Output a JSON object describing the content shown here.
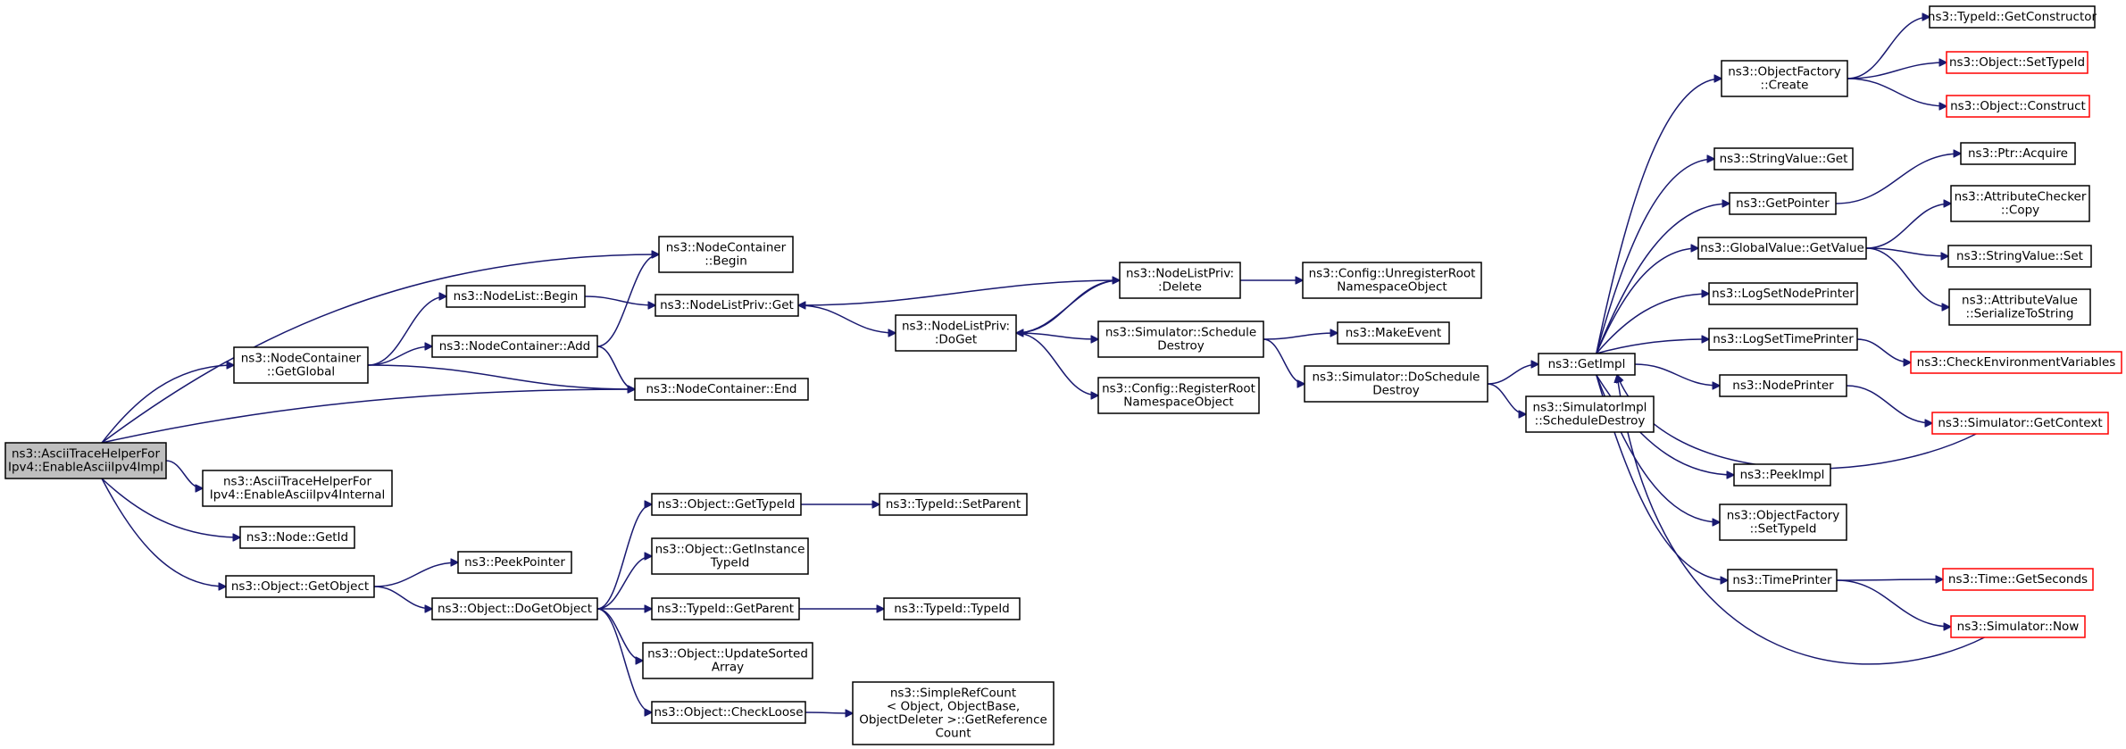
{
  "colors": {
    "edge": "#191970",
    "node_border": "#000000",
    "external_node_border": "#ff0000",
    "root_fill": "#bfbfbf",
    "background": "#ffffff"
  },
  "nodes": [
    {
      "id": "root",
      "lines": [
        "ns3::AsciiTraceHelperFor",
        "Ipv4::EnableAsciiIpv4Impl"
      ],
      "style": "root"
    },
    {
      "id": "nc_getglobal",
      "lines": [
        "ns3::NodeContainer",
        "::GetGlobal"
      ],
      "style": "normal"
    },
    {
      "id": "nc_begin",
      "lines": [
        "ns3::NodeContainer",
        "::Begin"
      ],
      "style": "normal"
    },
    {
      "id": "nl_begin",
      "lines": [
        "ns3::NodeList::Begin"
      ],
      "style": "normal"
    },
    {
      "id": "nc_add",
      "lines": [
        "ns3::NodeContainer::Add"
      ],
      "style": "normal"
    },
    {
      "id": "nlp_get",
      "lines": [
        "ns3::NodeListPriv::Get"
      ],
      "style": "normal"
    },
    {
      "id": "nc_end",
      "lines": [
        "ns3::NodeContainer::End"
      ],
      "style": "normal"
    },
    {
      "id": "nlp_doget",
      "lines": [
        "ns3::NodeListPriv:",
        ":DoGet"
      ],
      "style": "normal"
    },
    {
      "id": "nlp_delete",
      "lines": [
        "ns3::NodeListPriv:",
        ":Delete"
      ],
      "style": "normal"
    },
    {
      "id": "cfg_unreg",
      "lines": [
        "ns3::Config::UnregisterRoot",
        "NamespaceObject"
      ],
      "style": "normal"
    },
    {
      "id": "sim_sched_destroy",
      "lines": [
        "ns3::Simulator::Schedule",
        "Destroy"
      ],
      "style": "normal"
    },
    {
      "id": "makeevent",
      "lines": [
        "ns3::MakeEvent"
      ],
      "style": "normal"
    },
    {
      "id": "cfg_reg",
      "lines": [
        "ns3::Config::RegisterRoot",
        "NamespaceObject"
      ],
      "style": "normal"
    },
    {
      "id": "sim_dosched_destroy",
      "lines": [
        "ns3::Simulator::DoSchedule",
        "Destroy"
      ],
      "style": "normal"
    },
    {
      "id": "getimpl",
      "lines": [
        "ns3::GetImpl"
      ],
      "style": "normal"
    },
    {
      "id": "simimpl_sched_destroy",
      "lines": [
        "ns3::SimulatorImpl",
        "::ScheduleDestroy"
      ],
      "style": "normal"
    },
    {
      "id": "ascii_internal",
      "lines": [
        "ns3::AsciiTraceHelperFor",
        "Ipv4::EnableAsciiIpv4Internal"
      ],
      "style": "normal"
    },
    {
      "id": "node_getid",
      "lines": [
        "ns3::Node::GetId"
      ],
      "style": "normal"
    },
    {
      "id": "obj_getobject",
      "lines": [
        "ns3::Object::GetObject"
      ],
      "style": "normal"
    },
    {
      "id": "peekpointer",
      "lines": [
        "ns3::PeekPointer"
      ],
      "style": "normal"
    },
    {
      "id": "obj_dogetobject",
      "lines": [
        "ns3::Object::DoGetObject"
      ],
      "style": "normal"
    },
    {
      "id": "obj_gettypeid",
      "lines": [
        "ns3::Object::GetTypeId"
      ],
      "style": "normal"
    },
    {
      "id": "typeid_setparent",
      "lines": [
        "ns3::TypeId::SetParent"
      ],
      "style": "normal"
    },
    {
      "id": "obj_getinstancetypeid",
      "lines": [
        "ns3::Object::GetInstance",
        "TypeId"
      ],
      "style": "normal"
    },
    {
      "id": "typeid_getparent",
      "lines": [
        "ns3::TypeId::GetParent"
      ],
      "style": "normal"
    },
    {
      "id": "typeid_typeid",
      "lines": [
        "ns3::TypeId::TypeId"
      ],
      "style": "normal"
    },
    {
      "id": "obj_updatesorted",
      "lines": [
        "ns3::Object::UpdateSorted",
        "Array"
      ],
      "style": "normal"
    },
    {
      "id": "obj_checkloose",
      "lines": [
        "ns3::Object::CheckLoose"
      ],
      "style": "normal"
    },
    {
      "id": "simplerefcount",
      "lines": [
        "ns3::SimpleRefCount",
        "< Object, ObjectBase,",
        "ObjectDeleter >::GetReference",
        "Count"
      ],
      "style": "normal"
    },
    {
      "id": "objfactory_create",
      "lines": [
        "ns3::ObjectFactory",
        "::Create"
      ],
      "style": "normal"
    },
    {
      "id": "typeid_getconstructor",
      "lines": [
        "ns3::TypeId::GetConstructor"
      ],
      "style": "normal"
    },
    {
      "id": "obj_settypeid",
      "lines": [
        "ns3::Object::SetTypeId"
      ],
      "style": "external"
    },
    {
      "id": "obj_construct",
      "lines": [
        "ns3::Object::Construct"
      ],
      "style": "external"
    },
    {
      "id": "stringvalue_get",
      "lines": [
        "ns3::StringValue::Get"
      ],
      "style": "normal"
    },
    {
      "id": "getpointer",
      "lines": [
        "ns3::GetPointer"
      ],
      "style": "normal"
    },
    {
      "id": "ptr_acquire",
      "lines": [
        "ns3::Ptr::Acquire"
      ],
      "style": "normal"
    },
    {
      "id": "globalvalue_getvalue",
      "lines": [
        "ns3::GlobalValue::GetValue"
      ],
      "style": "normal"
    },
    {
      "id": "attrchecker_copy",
      "lines": [
        "ns3::AttributeChecker",
        "::Copy"
      ],
      "style": "normal"
    },
    {
      "id": "stringvalue_set",
      "lines": [
        "ns3::StringValue::Set"
      ],
      "style": "normal"
    },
    {
      "id": "attrvalue_serialize",
      "lines": [
        "ns3::AttributeValue",
        "::SerializeToString"
      ],
      "style": "normal"
    },
    {
      "id": "logsetnodeprinter",
      "lines": [
        "ns3::LogSetNodePrinter"
      ],
      "style": "normal"
    },
    {
      "id": "logsettimeprinter",
      "lines": [
        "ns3::LogSetTimePrinter"
      ],
      "style": "normal"
    },
    {
      "id": "checkenv",
      "lines": [
        "ns3::CheckEnvironmentVariables"
      ],
      "style": "external"
    },
    {
      "id": "nodeprinter",
      "lines": [
        "ns3::NodePrinter"
      ],
      "style": "normal"
    },
    {
      "id": "sim_getcontext",
      "lines": [
        "ns3::Simulator::GetContext"
      ],
      "style": "external"
    },
    {
      "id": "peekimpl",
      "lines": [
        "ns3::PeekImpl"
      ],
      "style": "normal"
    },
    {
      "id": "objfactory_settypeid",
      "lines": [
        "ns3::ObjectFactory",
        "::SetTypeId"
      ],
      "style": "normal"
    },
    {
      "id": "timeprinter",
      "lines": [
        "ns3::TimePrinter"
      ],
      "style": "normal"
    },
    {
      "id": "time_getseconds",
      "lines": [
        "ns3::Time::GetSeconds"
      ],
      "style": "external"
    },
    {
      "id": "sim_now",
      "lines": [
        "ns3::Simulator::Now"
      ],
      "style": "external"
    }
  ],
  "edges": [
    [
      "root",
      "nc_begin"
    ],
    [
      "root",
      "nc_getglobal"
    ],
    [
      "root",
      "nc_end"
    ],
    [
      "root",
      "ascii_internal"
    ],
    [
      "root",
      "node_getid"
    ],
    [
      "root",
      "obj_getobject"
    ],
    [
      "nc_getglobal",
      "nl_begin"
    ],
    [
      "nc_getglobal",
      "nc_add"
    ],
    [
      "nc_getglobal",
      "nc_end"
    ],
    [
      "nl_begin",
      "nlp_get"
    ],
    [
      "nc_add",
      "nc_begin"
    ],
    [
      "nc_add",
      "nc_end"
    ],
    [
      "nlp_get",
      "nlp_doget"
    ],
    [
      "nlp_doget",
      "nlp_delete"
    ],
    [
      "nlp_doget",
      "sim_sched_destroy"
    ],
    [
      "nlp_doget",
      "cfg_reg"
    ],
    [
      "nlp_delete",
      "nlp_get"
    ],
    [
      "nlp_delete",
      "nlp_doget"
    ],
    [
      "nlp_delete",
      "cfg_unreg"
    ],
    [
      "sim_sched_destroy",
      "makeevent"
    ],
    [
      "sim_sched_destroy",
      "sim_dosched_destroy"
    ],
    [
      "sim_dosched_destroy",
      "getimpl"
    ],
    [
      "sim_dosched_destroy",
      "simimpl_sched_destroy"
    ],
    [
      "obj_getobject",
      "peekpointer"
    ],
    [
      "obj_getobject",
      "obj_dogetobject"
    ],
    [
      "obj_dogetobject",
      "obj_gettypeid"
    ],
    [
      "obj_dogetobject",
      "obj_getinstancetypeid"
    ],
    [
      "obj_dogetobject",
      "typeid_getparent"
    ],
    [
      "obj_dogetobject",
      "obj_updatesorted"
    ],
    [
      "obj_dogetobject",
      "obj_checkloose"
    ],
    [
      "obj_gettypeid",
      "typeid_setparent"
    ],
    [
      "typeid_getparent",
      "typeid_typeid"
    ],
    [
      "obj_checkloose",
      "simplerefcount"
    ],
    [
      "getimpl",
      "objfactory_create"
    ],
    [
      "getimpl",
      "stringvalue_get"
    ],
    [
      "getimpl",
      "getpointer"
    ],
    [
      "getimpl",
      "globalvalue_getvalue"
    ],
    [
      "getimpl",
      "logsetnodeprinter"
    ],
    [
      "getimpl",
      "logsettimeprinter"
    ],
    [
      "getimpl",
      "nodeprinter"
    ],
    [
      "getimpl",
      "peekimpl"
    ],
    [
      "getimpl",
      "objfactory_settypeid"
    ],
    [
      "getimpl",
      "timeprinter"
    ],
    [
      "objfactory_create",
      "typeid_getconstructor"
    ],
    [
      "objfactory_create",
      "obj_settypeid"
    ],
    [
      "objfactory_create",
      "obj_construct"
    ],
    [
      "getpointer",
      "ptr_acquire"
    ],
    [
      "globalvalue_getvalue",
      "attrchecker_copy"
    ],
    [
      "globalvalue_getvalue",
      "stringvalue_set"
    ],
    [
      "globalvalue_getvalue",
      "attrvalue_serialize"
    ],
    [
      "logsettimeprinter",
      "checkenv"
    ],
    [
      "nodeprinter",
      "sim_getcontext"
    ],
    [
      "sim_getcontext",
      "getimpl"
    ],
    [
      "timeprinter",
      "time_getseconds"
    ],
    [
      "timeprinter",
      "sim_now"
    ],
    [
      "sim_now",
      "getimpl"
    ]
  ]
}
